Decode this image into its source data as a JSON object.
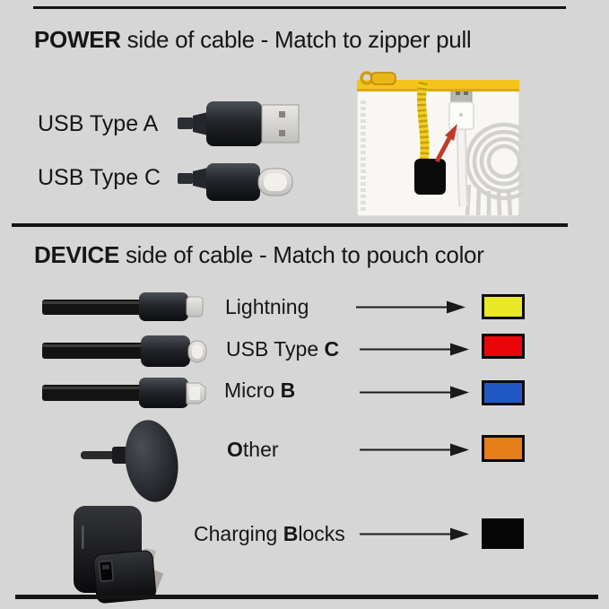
{
  "page": {
    "background": "#d6d6d6",
    "text_color": "#161616",
    "rule_color": "#141414"
  },
  "power_section": {
    "heading": {
      "bold": "POWER",
      "rest": " side of cable - Match to zipper pull"
    },
    "connectors": [
      {
        "label": "USB Type A"
      },
      {
        "label": "USB Type C"
      }
    ],
    "pouch_photo": {
      "description_icons": [
        "zipper-pouch",
        "yellow-zipper",
        "coiled-zipper-pull",
        "black-pull-tag",
        "red-arrow",
        "white-usb-plug",
        "coiled-white-cable"
      ],
      "zipper_color": "#f3c51c",
      "arrow_color": "#c03a2a"
    }
  },
  "device_section": {
    "heading": {
      "bold": "DEVICE",
      "rest": " side of cable - Match to pouch color"
    },
    "rows": [
      {
        "connector": "lightning",
        "pre": "Lightning",
        "bold": "",
        "post": "",
        "swatch_color": "#e9e827",
        "swatch_name": "yellow"
      },
      {
        "connector": "usb-type-c",
        "pre": "USB Type ",
        "bold": "C",
        "post": "",
        "swatch_color": "#ec0508",
        "swatch_name": "red"
      },
      {
        "connector": "micro-b",
        "pre": "Micro ",
        "bold": "B",
        "post": "",
        "swatch_color": "#1f58c4",
        "swatch_name": "blue"
      },
      {
        "connector": "other-puck",
        "pre": "",
        "bold": "O",
        "post": "ther",
        "swatch_color": "#e67e17",
        "swatch_name": "orange"
      },
      {
        "connector": "charging-blocks",
        "pre": "Charging ",
        "bold": "B",
        "post": "locks",
        "swatch_color": "#050505",
        "swatch_name": "black"
      }
    ]
  }
}
